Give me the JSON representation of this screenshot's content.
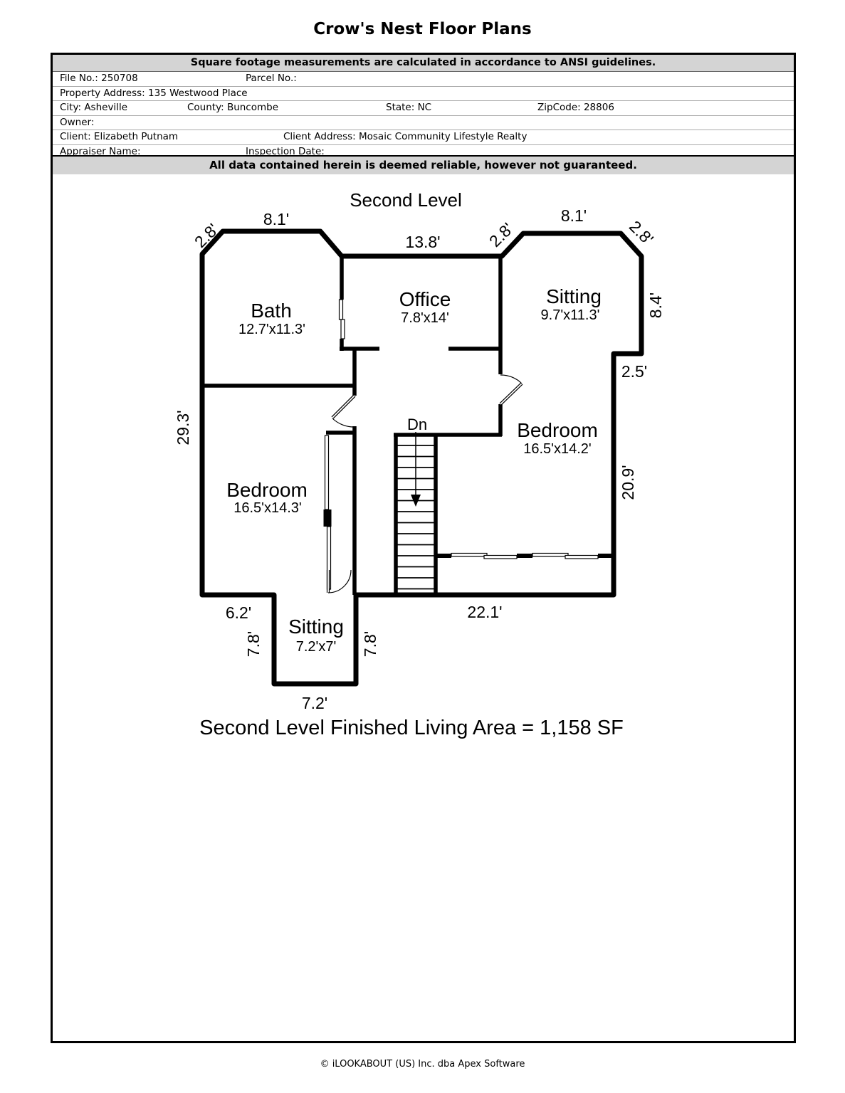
{
  "page_title": "Crow's Nest Floor Plans",
  "header": {
    "ansi_note": "Square footage measurements are calculated in accordance to ANSI guidelines.",
    "fields": {
      "file_no": "File No.: 250708",
      "parcel_no": "Parcel No.:",
      "property_address": "Property Address: 135 Westwood Place",
      "city": "City: Asheville",
      "county": "County: Buncombe",
      "state": "State: NC",
      "zip": "ZipCode: 28806",
      "owner": "Owner:",
      "client": "Client: Elizabeth Putnam",
      "client_address": "Client Address: Mosaic Community Lifestyle Realty",
      "appraiser": "Appraiser Name:",
      "inspection": "Inspection Date:"
    },
    "disclaimer": "All data contained herein is deemed reliable, however not guaranteed."
  },
  "plan": {
    "level_title": "Second Level",
    "rooms": [
      {
        "name": "Bath",
        "size": "12.7'x11.3'"
      },
      {
        "name": "Office",
        "size": "7.8'x14'"
      },
      {
        "name": "Sitting",
        "size": "9.7'x11.3'"
      },
      {
        "name": "Bedroom",
        "size": "16.5'x14.2'"
      },
      {
        "name": "Bedroom",
        "size": "16.5'x14.3'"
      },
      {
        "name": "Sitting",
        "size": "7.2'x7'"
      }
    ],
    "stairs_label": "Dn",
    "dims": {
      "tl_diag": "2.8'",
      "bath_top": "8.1'",
      "office_top": "13.8'",
      "sit_left_diag": "2.8'",
      "sitting_top": "8.1'",
      "sit_right_diag": "2.8'",
      "sitting_right": "8.4'",
      "right_step": "2.5'",
      "left_wall": "29.3'",
      "right_wall": "20.9'",
      "bottom_left": "6.2'",
      "nook_left": "7.8'",
      "nook_right": "7.8'",
      "bottom_right": "22.1'",
      "nook_bottom": "7.2'"
    },
    "area_note": "Second Level Finished Living Area = 1,158 SF"
  },
  "footer": "© iLOOKABOUT (US) Inc. dba Apex Software",
  "colors": {
    "band_bg": "#d4d4d4",
    "ink": "#000000"
  }
}
